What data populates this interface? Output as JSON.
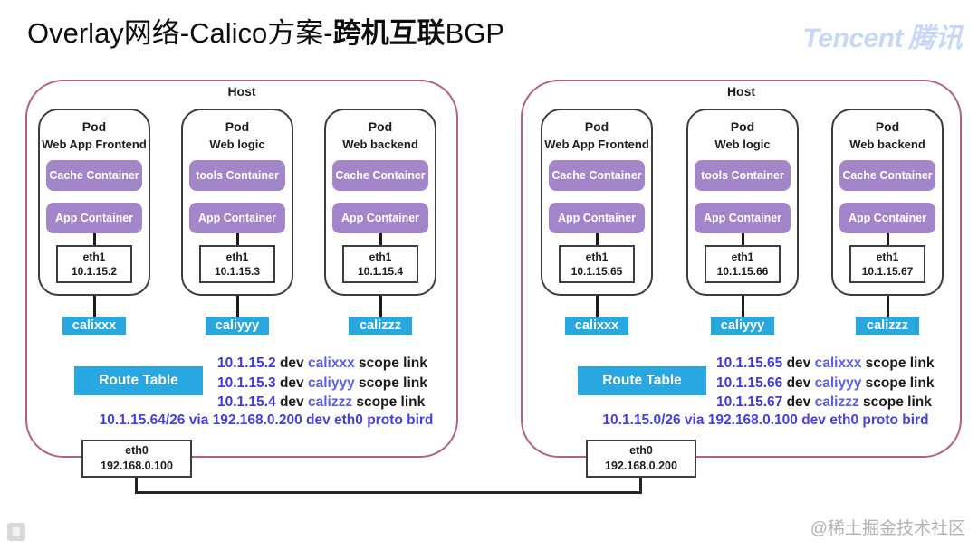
{
  "title": {
    "part1": "Overlay网络-Calico方案-",
    "part2": "跨机互联",
    "part3": "BGP"
  },
  "logo": {
    "en": "Tencent",
    "cn": "腾讯"
  },
  "watermark": {
    "text": "@稀土掘金技术社区"
  },
  "colors": {
    "host_border": "#b4627e",
    "container_purple": "#a386ca",
    "accent_blue": "#29a7e0",
    "route_ip_blue": "#4038dc",
    "route_device_blue": "#5a5ee8",
    "logo_blue": "#c8d8f5"
  },
  "hosts": [
    {
      "label": "Host",
      "pods": [
        {
          "title": "Pod",
          "subtitle": "Web App Frontend",
          "containers": [
            "Cache Container",
            "App Container"
          ],
          "iface": {
            "name": "eth1",
            "ip": "10.1.15.2"
          },
          "cali": "calixxx"
        },
        {
          "title": "Pod",
          "subtitle": "Web logic",
          "containers": [
            "tools Container",
            "App Container"
          ],
          "iface": {
            "name": "eth1",
            "ip": "10.1.15.3"
          },
          "cali": "caliyyy"
        },
        {
          "title": "Pod",
          "subtitle": "Web backend",
          "containers": [
            "Cache Container",
            "App Container"
          ],
          "iface": {
            "name": "eth1",
            "ip": "10.1.15.4"
          },
          "cali": "calizzz"
        }
      ],
      "route_table": {
        "label": "Route Table",
        "routes": [
          {
            "ip": "10.1.15.2",
            "dev": "dev",
            "device": "calixxx",
            "scope": "scope link"
          },
          {
            "ip": "10.1.15.3",
            "dev": "dev",
            "device": "caliyyy",
            "scope": "scope link"
          },
          {
            "ip": "10.1.15.4",
            "dev": "dev",
            "device": "calizzz",
            "scope": "scope link"
          }
        ],
        "bgp_route": "10.1.15.64/26 via 192.168.0.200 dev eth0 proto bird"
      },
      "eth0": {
        "name": "eth0",
        "ip": "192.168.0.100"
      }
    },
    {
      "label": "Host",
      "pods": [
        {
          "title": "Pod",
          "subtitle": "Web App Frontend",
          "containers": [
            "Cache Container",
            "App Container"
          ],
          "iface": {
            "name": "eth1",
            "ip": "10.1.15.65"
          },
          "cali": "calixxx"
        },
        {
          "title": "Pod",
          "subtitle": "Web logic",
          "containers": [
            "tools Container",
            "App Container"
          ],
          "iface": {
            "name": "eth1",
            "ip": "10.1.15.66"
          },
          "cali": "caliyyy"
        },
        {
          "title": "Pod",
          "subtitle": "Web backend",
          "containers": [
            "Cache Container",
            "App Container"
          ],
          "iface": {
            "name": "eth1",
            "ip": "10.1.15.67"
          },
          "cali": "calizzz"
        }
      ],
      "route_table": {
        "label": "Route Table",
        "routes": [
          {
            "ip": "10.1.15.65",
            "dev": "dev",
            "device": "calixxx",
            "scope": "scope link"
          },
          {
            "ip": "10.1.15.66",
            "dev": "dev",
            "device": "caliyyy",
            "scope": "scope link"
          },
          {
            "ip": "10.1.15.67",
            "dev": "dev",
            "device": "calizzz",
            "scope": "scope link"
          }
        ],
        "bgp_route": "10.1.15.0/26 via 192.168.0.100 dev eth0 proto bird"
      },
      "eth0": {
        "name": "eth0",
        "ip": "192.168.0.200"
      }
    }
  ]
}
